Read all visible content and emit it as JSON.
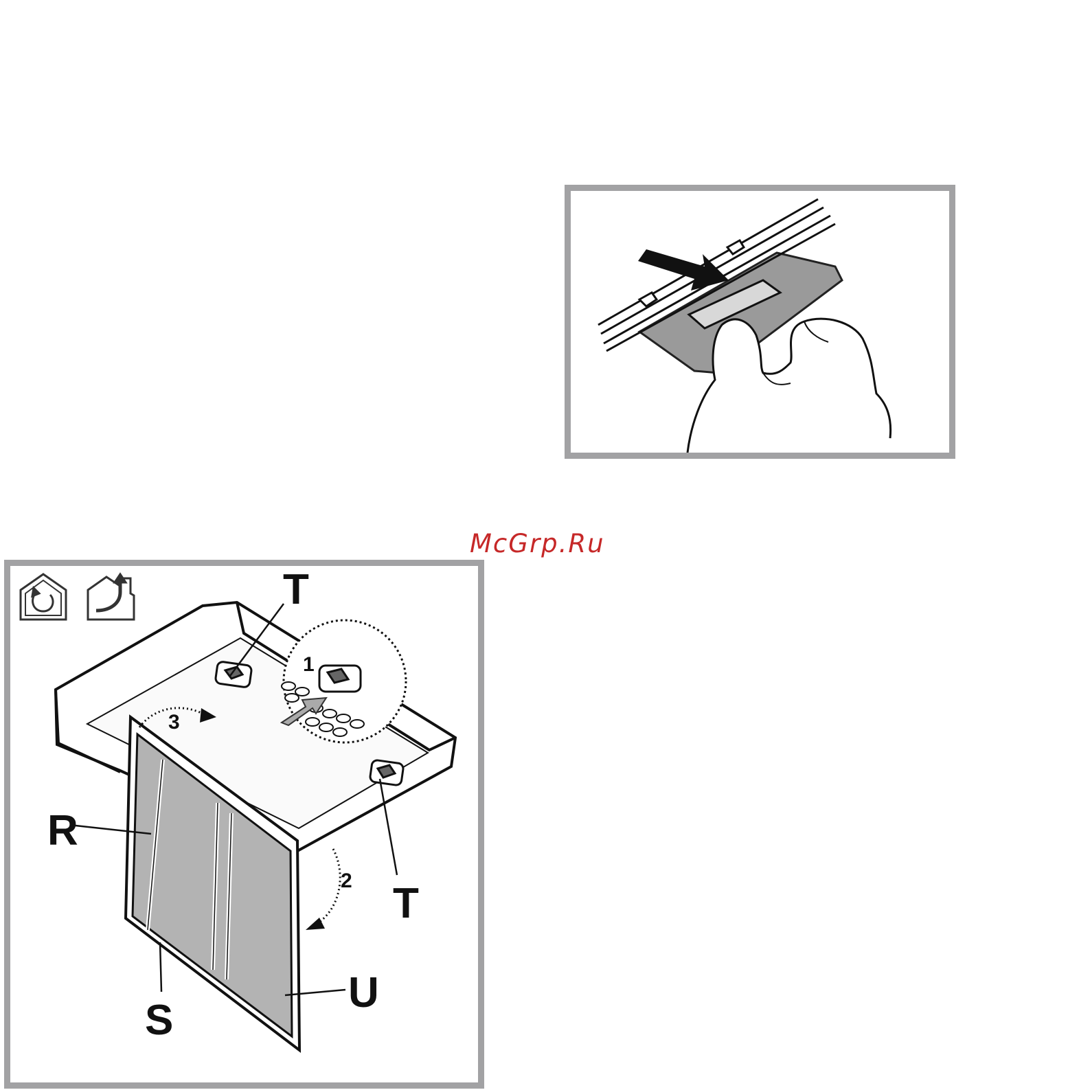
{
  "watermark": "McGrp.Ru",
  "labels": {
    "t_top": "T",
    "t_right": "T",
    "r": "R",
    "s": "S",
    "u": "U",
    "step1": "1",
    "step2": "2",
    "step3": "3"
  },
  "icons": [
    "recirculation-mode-icon",
    "ducted-extraction-mode-icon"
  ],
  "colors": {
    "frame": "#a2a2a4",
    "filter": "#b3b3b3",
    "watermark": "#c62828"
  }
}
